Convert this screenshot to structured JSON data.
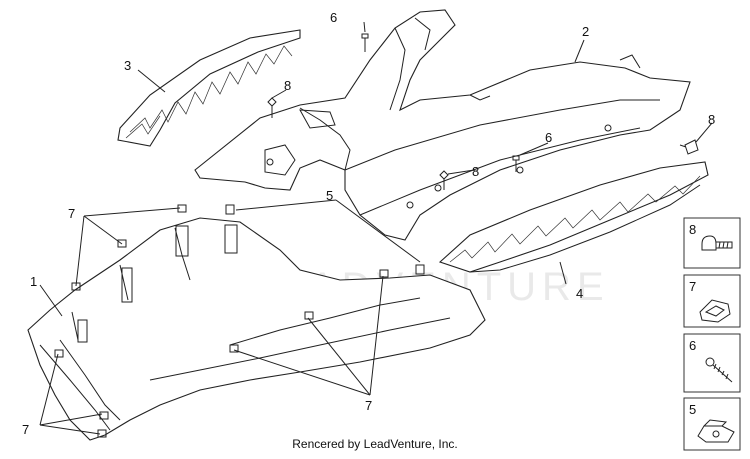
{
  "watermark": "LEADVENTURE",
  "footer": "Rencered by LeadVenture, Inc.",
  "callouts": {
    "c1": "1",
    "c2": "2",
    "c3": "3",
    "c4": "4",
    "c5": "5",
    "c6a": "6",
    "c6b": "6",
    "c7a": "7",
    "c7b": "7",
    "c7c": "7",
    "c8a": "8",
    "c8b": "8",
    "c8c": "8"
  },
  "legend": [
    {
      "number": "8",
      "icon": "screw-icon"
    },
    {
      "number": "7",
      "icon": "clip-nut-icon"
    },
    {
      "number": "6",
      "icon": "self-tapping-screw-icon"
    },
    {
      "number": "5",
      "icon": "spring-nut-icon"
    }
  ]
}
